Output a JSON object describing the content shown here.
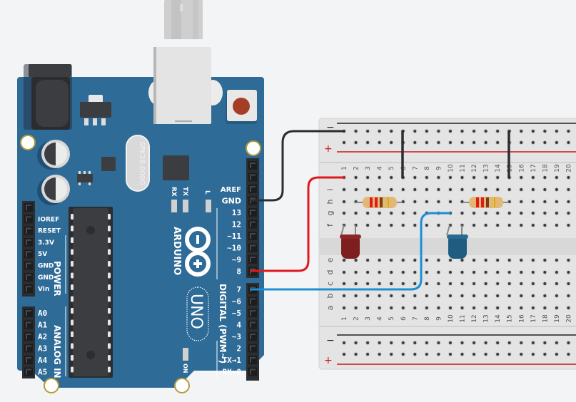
{
  "scene": {
    "title": "Arduino Uno breadboard circuit",
    "colors": {
      "background": "#f3f4f6",
      "board": "#2e6b97",
      "header": "#2b2d30",
      "breadboard": "#e4e4e4",
      "wire_gnd": "#2b2d30",
      "wire_pin8": "#e0191f",
      "wire_pin7": "#1a8fd6",
      "led_red": "#7d1f1f",
      "led_blue": "#1f5c80",
      "rail_minus": "#222222",
      "rail_plus": "#c8171e"
    }
  },
  "arduino": {
    "brand": "ARDUINO",
    "model": "UNO",
    "crystal": "SPK16.000G",
    "leds": {
      "rx": "RX",
      "tx": "TX",
      "l": "L",
      "on": "ON"
    },
    "digital_title": "DIGITAL (PWM~)",
    "digital_pins_top": [
      "AREF",
      "GND",
      "13",
      "12",
      "~11",
      "~10",
      "~9",
      "8"
    ],
    "digital_pins_bottom": [
      "7",
      "~6",
      "~5",
      "4",
      "~3",
      "2",
      "TX→1",
      "RX←0"
    ],
    "power_title": "POWER",
    "power_pins": [
      "IOREF",
      "RESET",
      "3.3V",
      "5V",
      "GND",
      "GND",
      "Vin"
    ],
    "analog_title": "ANALOG IN",
    "analog_pins": [
      "A0",
      "A1",
      "A2",
      "A3",
      "A4",
      "A5"
    ]
  },
  "breadboard": {
    "columns": [
      "1",
      "2",
      "3",
      "4",
      "5",
      "6",
      "7",
      "8",
      "9",
      "10",
      "11",
      "12",
      "13",
      "14",
      "15",
      "16",
      "17",
      "18",
      "19",
      "20"
    ],
    "rows_top": [
      "j",
      "i",
      "h",
      "g",
      "f"
    ],
    "rows_bottom": [
      "e",
      "d",
      "c",
      "b",
      "a"
    ],
    "rail_minus": "−",
    "rail_plus": "+"
  },
  "components": {
    "led_1": {
      "color": "red",
      "column": "1-2",
      "row": "f"
    },
    "led_2": {
      "color": "blue",
      "column": "10-11",
      "row": "f"
    },
    "resistor_1": {
      "columns": "2-6",
      "row": "h"
    },
    "resistor_2": {
      "columns": "11-15",
      "row": "h"
    }
  },
  "wires": [
    {
      "from": "GND",
      "to": "top minus rail",
      "color": "black"
    },
    {
      "from": "8",
      "to": "j1",
      "color": "red"
    },
    {
      "from": "7",
      "to": "g10",
      "color": "blue"
    }
  ]
}
